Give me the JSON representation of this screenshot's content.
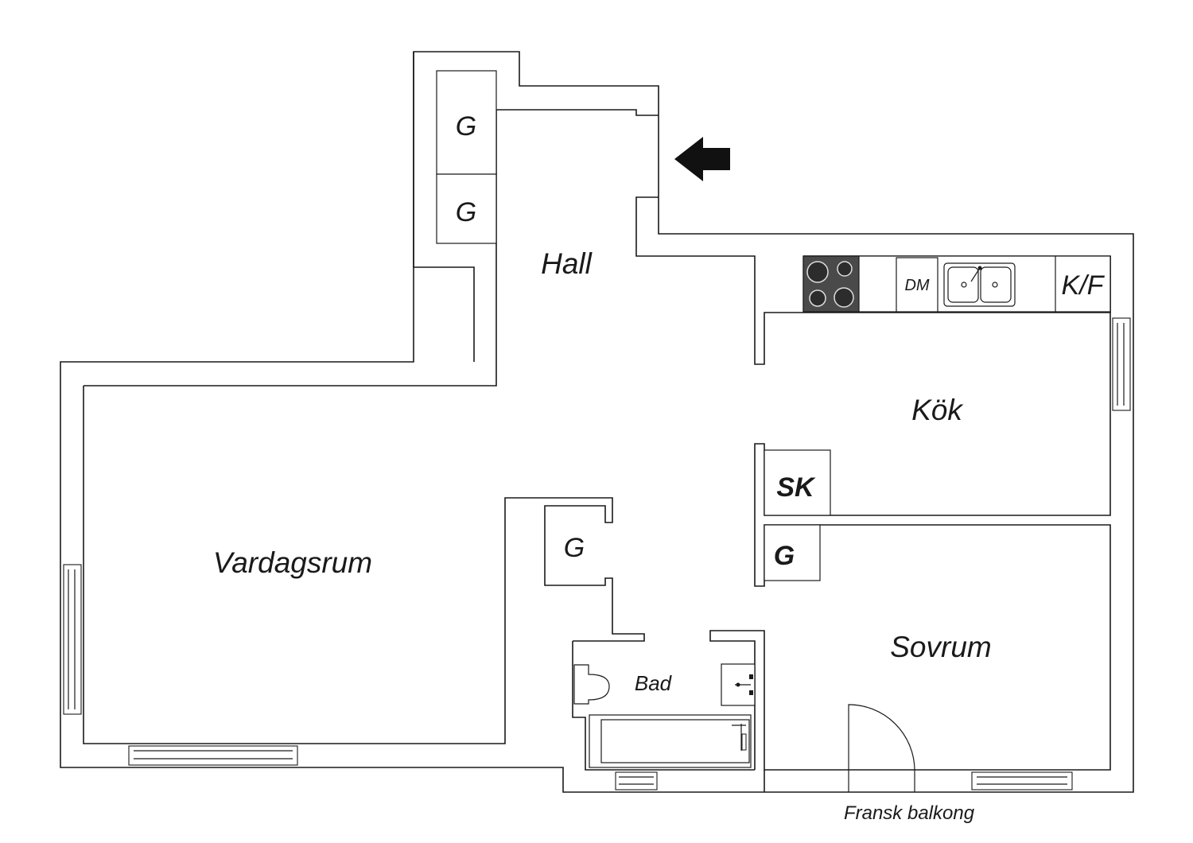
{
  "rooms": {
    "hall": "Hall",
    "kok": "Kök",
    "vardagsrum": "Vardagsrum",
    "sovrum": "Sovrum",
    "bad": "Bad"
  },
  "fixtures": {
    "hall_closet_1": "G",
    "hall_closet_2": "G",
    "center_closet": "G",
    "bedroom_closet": "G",
    "kitchen_cabinet": "SK",
    "dishwasher": "DM",
    "fridge_freezer": "K/F"
  },
  "annotations": {
    "balcony": "Fransk balkong"
  },
  "icons": {
    "entrance": "entrance-arrow-icon",
    "stove": "stove-icon",
    "sink": "kitchen-sink-icon",
    "toilet": "toilet-icon",
    "basin": "washbasin-icon",
    "bathtub": "bathtub-icon",
    "door": "door-swing-icon"
  },
  "colors": {
    "line": "#1a1a1a",
    "stove": "#4a4a4a",
    "background": "#ffffff"
  }
}
